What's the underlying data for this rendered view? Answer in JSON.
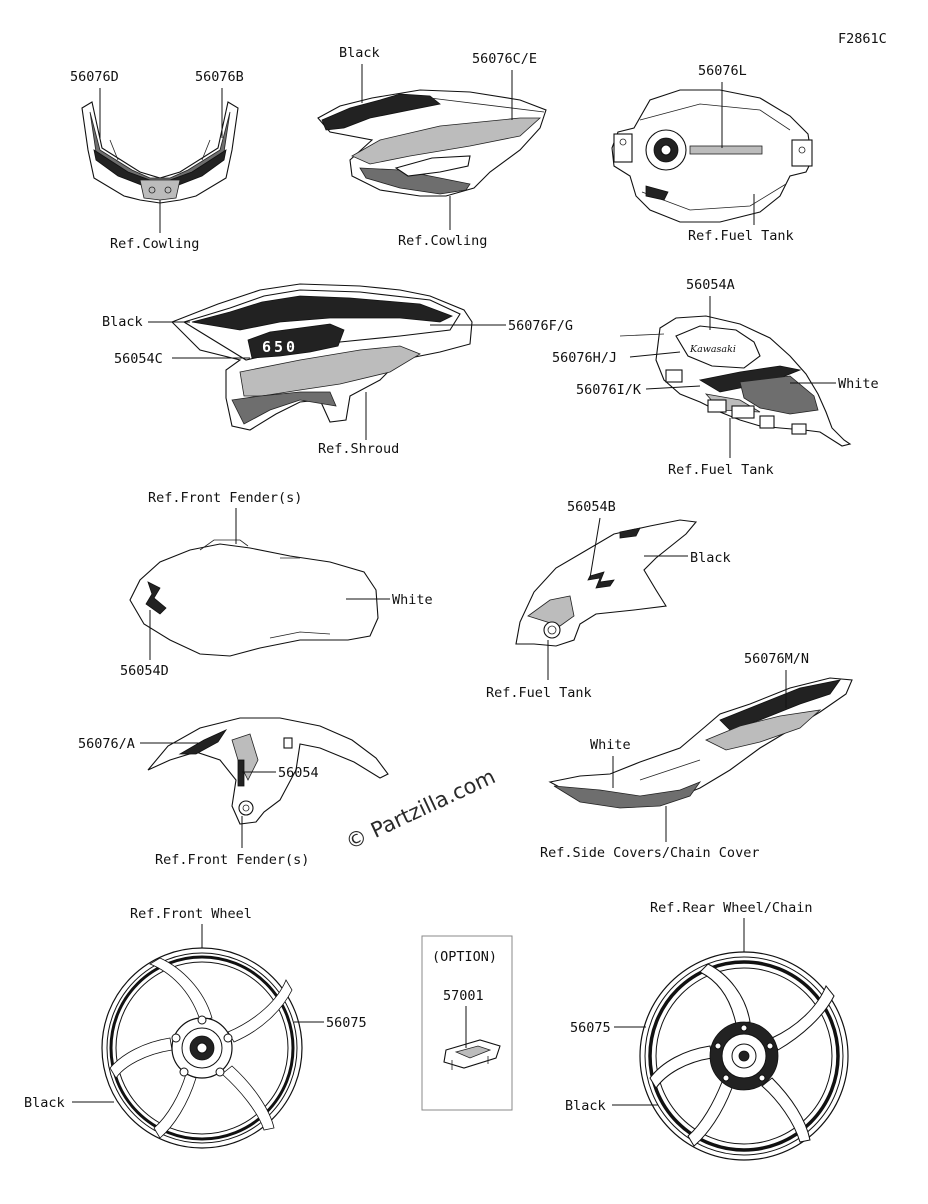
{
  "diagram_code": "F2861C",
  "watermark": "© Partzilla.com",
  "labels": {
    "p56076D": "56076D",
    "p56076B": "56076B",
    "cowling_ref_1": "Ref.Cowling",
    "black_1": "Black",
    "p56076CE": "56076C/E",
    "cowling_ref_2": "Ref.Cowling",
    "p56076L": "56076L",
    "fuel_tank_ref_1": "Ref.Fuel Tank",
    "black_2": "Black",
    "p56076FG": "56076F/G",
    "p56054C": "56054C",
    "shroud_ref": "Ref.Shroud",
    "p56054A": "56054A",
    "p56076HJ": "56076H/J",
    "p56076IK": "56076I/K",
    "white_1": "White",
    "fuel_tank_ref_2": "Ref.Fuel Tank",
    "front_fender_ref_1": "Ref.Front Fender(s)",
    "white_2": "White",
    "p56054D": "56054D",
    "p56054B": "56054B",
    "black_3": "Black",
    "fuel_tank_ref_3": "Ref.Fuel Tank",
    "p56076MN": "56076M/N",
    "white_3": "White",
    "side_covers_ref": "Ref.Side Covers/Chain Cover",
    "p56076A": "56076/A",
    "p56054": "56054",
    "front_fender_ref_2": "Ref.Front Fender(s)",
    "front_wheel_ref": "Ref.Front Wheel",
    "p56075_front": "56075",
    "black_front_wheel": "Black",
    "option": "(OPTION)",
    "p57001": "57001",
    "rear_wheel_ref": "Ref.Rear Wheel/Chain",
    "p56075_rear": "56075",
    "black_rear_wheel": "Black"
  },
  "tank_badge_text": "Kawasaki"
}
